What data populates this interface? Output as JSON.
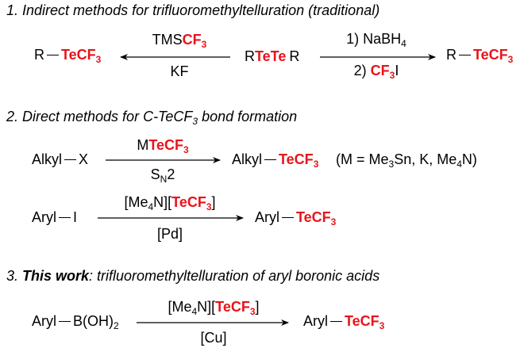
{
  "colors": {
    "highlight": "#e8141b",
    "text": "#000000"
  },
  "section1": {
    "heading": "1. Indirect methods for trifluoromethyltelluration (traditional)",
    "left_product": {
      "r": "R",
      "group": "TeCF",
      "sub": "3"
    },
    "left_arrow": {
      "above_prefix": "TMS",
      "above_red": "CF",
      "above_sub": "3",
      "below": "KF"
    },
    "middle": {
      "r1": "R",
      "red": "TeTe",
      "r2": "R"
    },
    "right_arrow": {
      "above_prefix": "1) NaBH",
      "above_sub": "4",
      "below_prefix": "2) ",
      "below_red": "CF",
      "below_sub": "3",
      "below_suffix": "I"
    },
    "right_product": {
      "r": "R",
      "group": "TeCF",
      "sub": "3"
    }
  },
  "section2": {
    "heading_prefix": "2. Direct methods for C-TeCF",
    "heading_sub": "3",
    "heading_suffix": " bond formation",
    "row1": {
      "reactant": "Alkyl",
      "leaving": "X",
      "above_prefix": "M",
      "above_red": "TeCF",
      "above_sub": "3",
      "below_prefix": "S",
      "below_sub": "N",
      "below_suffix": "2",
      "product": "Alkyl",
      "product_red": "TeCF",
      "product_sub": "3",
      "note_a": "(M = Me",
      "note_sub1": "3",
      "note_b": "Sn, K, Me",
      "note_sub2": "4",
      "note_c": "N)"
    },
    "row2": {
      "reactant": "Aryl",
      "leaving": "I",
      "above_a": "[Me",
      "above_sub": "4",
      "above_b": "N][",
      "above_red": "TeCF",
      "above_red_sub": "3",
      "above_c": "]",
      "below": "[Pd]",
      "product": "Aryl",
      "product_red": "TeCF",
      "product_sub": "3"
    }
  },
  "section3": {
    "heading_prefix": "3. ",
    "heading_bold": "This work",
    "heading_suffix": ": trifluoromethyltelluration of aryl boronic acids",
    "reactant": "Aryl",
    "leaving_prefix": "B(OH)",
    "leaving_sub": "2",
    "above_a": "[Me",
    "above_sub": "4",
    "above_b": "N][",
    "above_red": "TeCF",
    "above_red_sub": "3",
    "above_c": "]",
    "below": "[Cu]",
    "product": "Aryl",
    "product_red": "TeCF",
    "product_sub": "3"
  }
}
